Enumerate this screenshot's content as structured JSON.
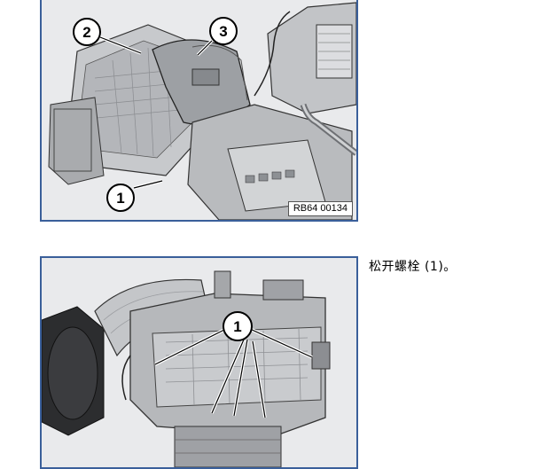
{
  "figure1": {
    "callouts": [
      "2",
      "3",
      "1"
    ],
    "code": "RB64 00134"
  },
  "figure2": {
    "callouts": [
      "1"
    ]
  },
  "instruction": "松开螺栓 (1)。",
  "colors": {
    "frame_border": "#3a5f9a",
    "figure_background": "#e9eaec",
    "housing_gray": "#b4b6ba"
  }
}
